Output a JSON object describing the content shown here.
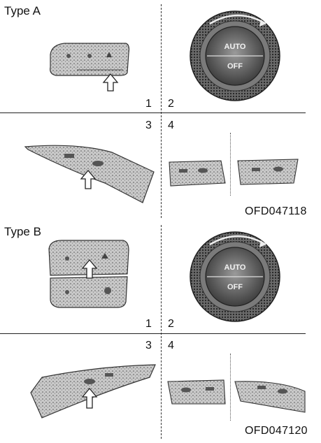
{
  "sections": [
    {
      "type_label": "Type A",
      "panel_numbers": [
        "1",
        "2",
        "3",
        "4"
      ],
      "figure_code": "OFD047118",
      "knob": {
        "auto_label": "AUTO",
        "off_label": "OFF"
      }
    },
    {
      "type_label": "Type B",
      "panel_numbers": [
        "1",
        "2",
        "3",
        "4"
      ],
      "figure_code": "OFD047120",
      "knob": {
        "auto_label": "AUTO",
        "off_label": "OFF"
      }
    }
  ]
}
